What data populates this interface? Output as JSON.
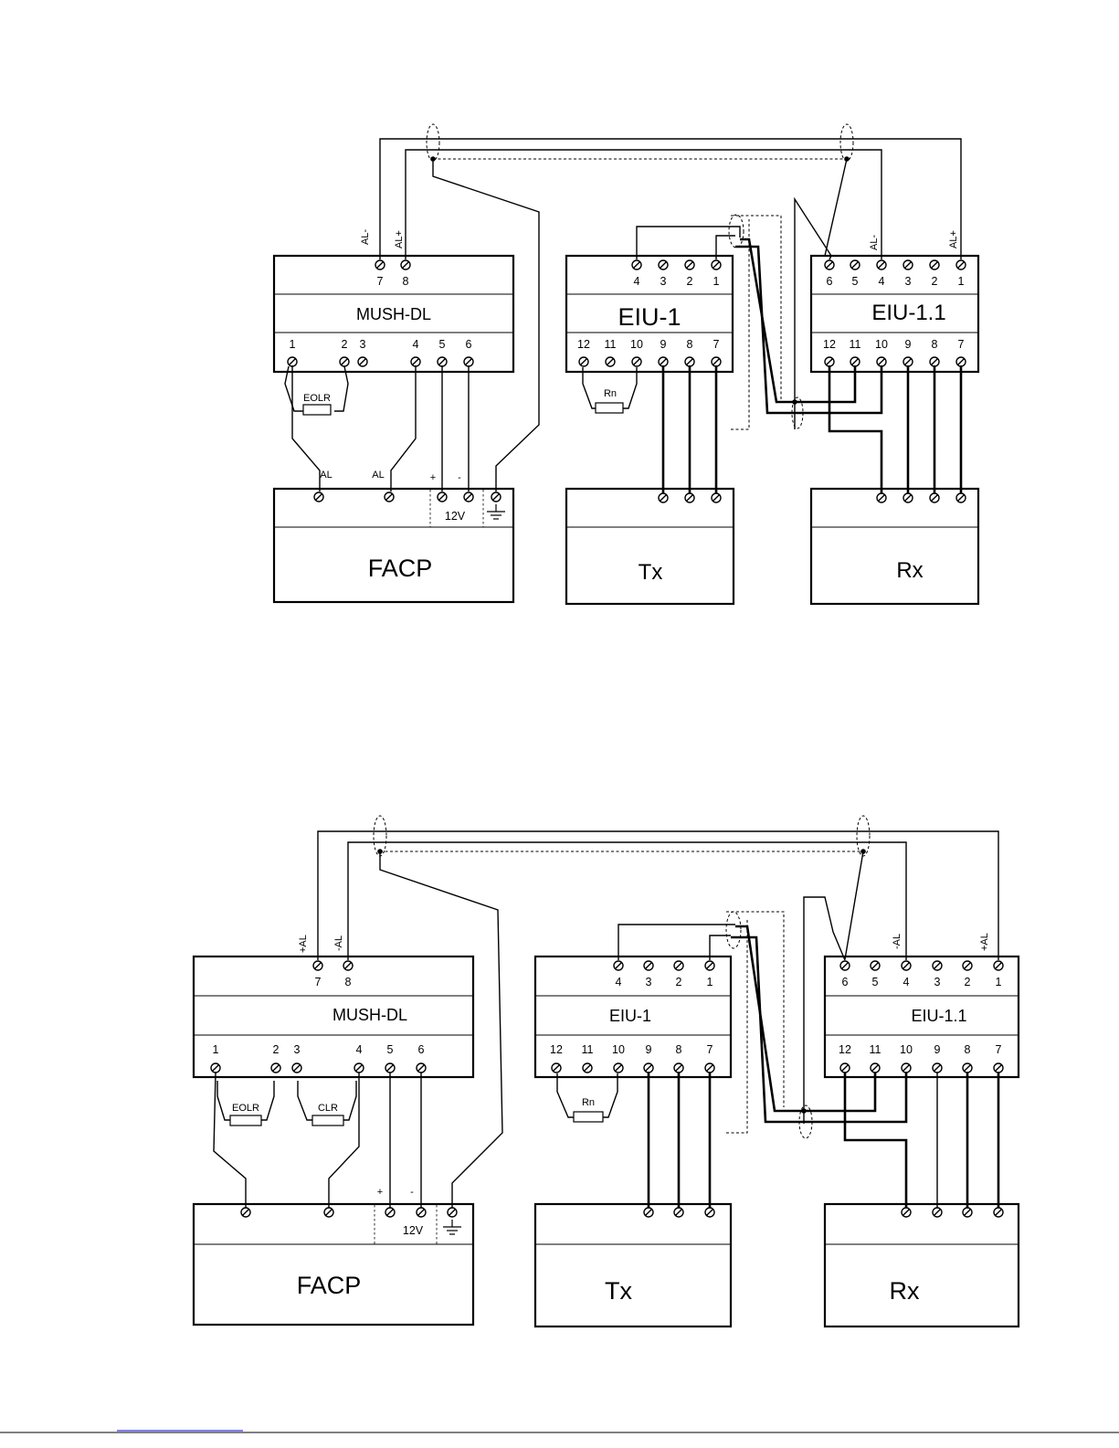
{
  "top": {
    "mush": {
      "title": "MUSH-DL",
      "top_terms": [
        "7",
        "8"
      ],
      "top_labels": [
        "AL-",
        "AL+"
      ],
      "bottom_terms": [
        "1",
        "2",
        "3",
        "4",
        "5",
        "6"
      ],
      "resistors": [
        "EOLR"
      ]
    },
    "eiu1": {
      "title": "EIU-1",
      "top_terms": [
        "4",
        "3",
        "2",
        "1"
      ],
      "bottom_terms": [
        "12",
        "11",
        "10",
        "9",
        "8",
        "7"
      ],
      "resistor": "Rn"
    },
    "eiu11": {
      "title": "EIU-1.1",
      "top_terms": [
        "6",
        "5",
        "4",
        "3",
        "2",
        "1"
      ],
      "top_labels": [
        "AL-",
        "AL+"
      ],
      "bottom_terms": [
        "12",
        "11",
        "10",
        "9",
        "8",
        "7"
      ]
    },
    "facp": {
      "title": "FACP",
      "al_labels": [
        "AL",
        "AL"
      ],
      "plus": "+",
      "minus": "-",
      "voltage": "12V"
    },
    "tx": {
      "title": "Tx"
    },
    "rx": {
      "title": "Rx"
    }
  },
  "bottom": {
    "mush": {
      "title": "MUSH-DL",
      "top_terms": [
        "7",
        "8"
      ],
      "top_labels": [
        "+AL",
        "-AL"
      ],
      "bottom_terms": [
        "1",
        "2",
        "3",
        "4",
        "5",
        "6"
      ],
      "resistors": [
        "EOLR",
        "CLR"
      ]
    },
    "eiu1": {
      "title": "EIU-1",
      "top_terms": [
        "4",
        "3",
        "2",
        "1"
      ],
      "bottom_terms": [
        "12",
        "11",
        "10",
        "9",
        "8",
        "7"
      ],
      "resistor": "Rn"
    },
    "eiu11": {
      "title": "EIU-1.1",
      "top_terms": [
        "6",
        "5",
        "4",
        "3",
        "2",
        "1"
      ],
      "top_labels": [
        "-AL",
        "+AL"
      ],
      "bottom_terms": [
        "12",
        "11",
        "10",
        "9",
        "8",
        "7"
      ]
    },
    "facp": {
      "title": "FACP",
      "plus": "+",
      "minus": "-",
      "voltage": "12V"
    },
    "tx": {
      "title": "Tx"
    },
    "rx": {
      "title": "Rx"
    }
  }
}
